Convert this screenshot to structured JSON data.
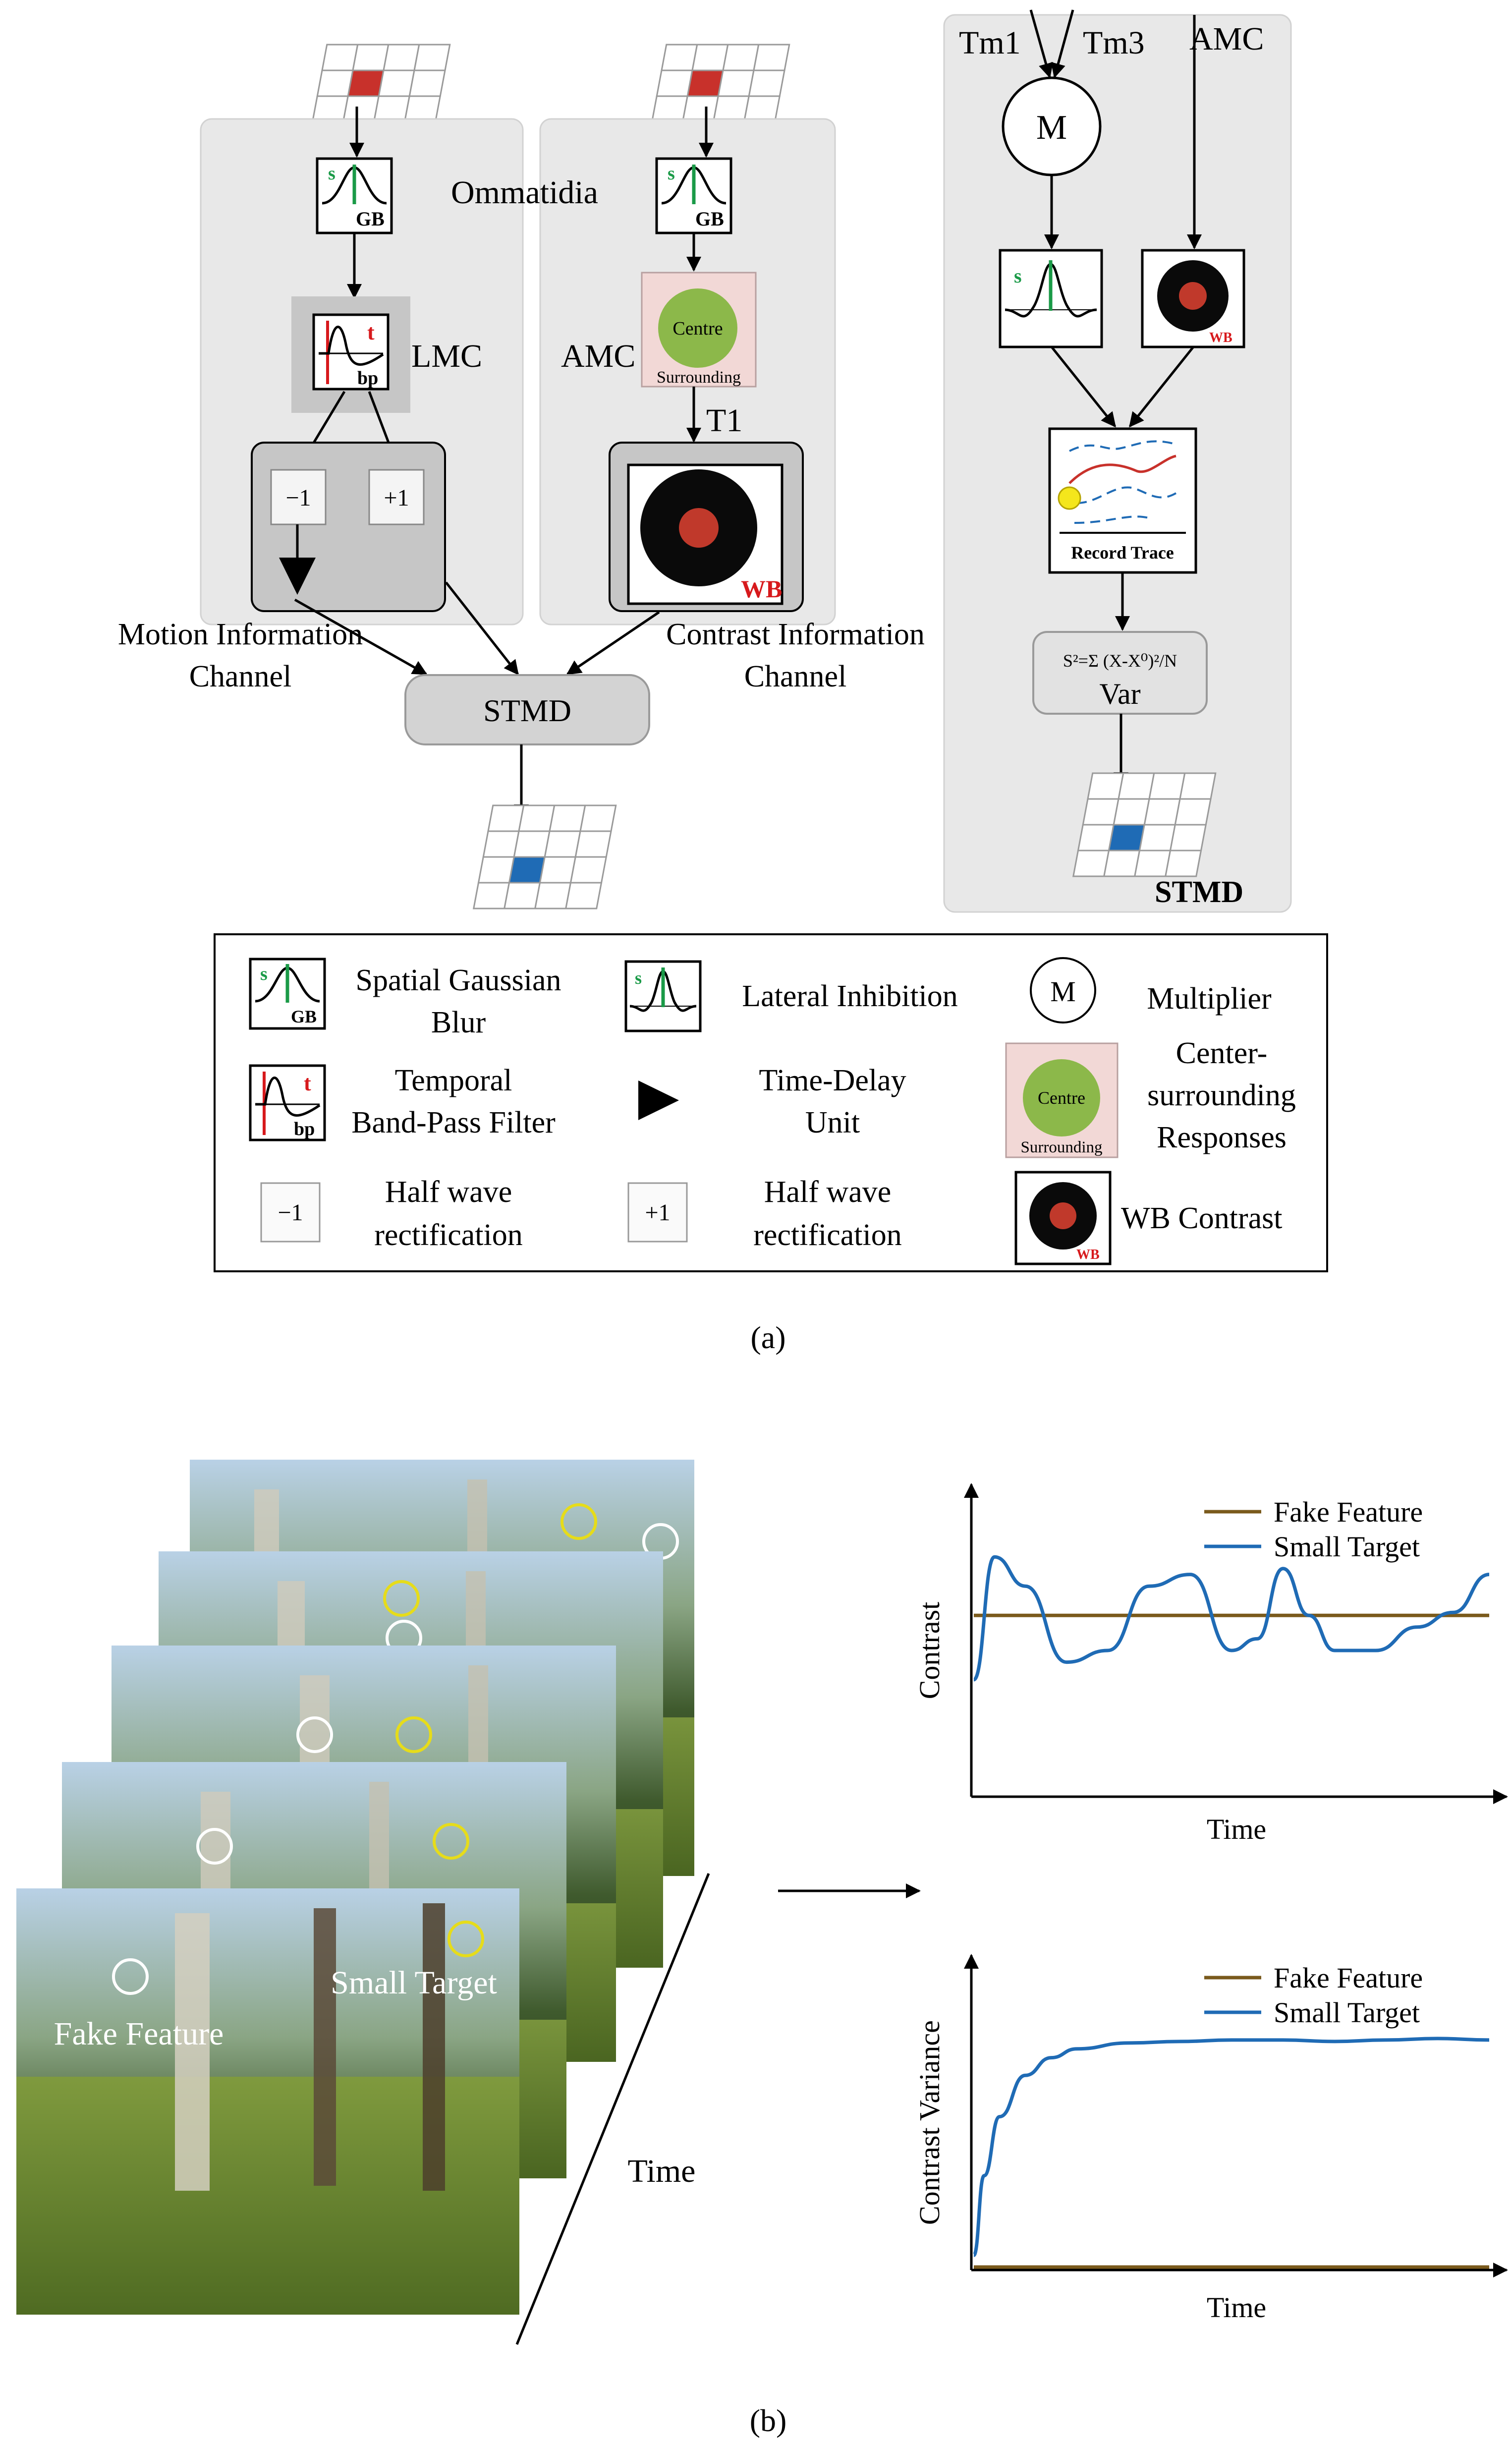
{
  "colors": {
    "panel": "#e8e8e8",
    "target_cell_red": "#c8312b",
    "target_cell_blue": "#1f6bb5",
    "gauss_green": "#1a9a47",
    "temporal_red": "#d7191c",
    "amc_fill": "#f2d8d6",
    "centre_green": "#8cb84a",
    "wb_red": "#c0392b",
    "fake_feature_line": "#7a5a1c",
    "small_target_line": "#1f6bb5",
    "small_target_circle": "#e6dc1a",
    "fake_feature_circle": "#ffffff"
  },
  "panel_a": {
    "caption": "(a)",
    "left": {
      "gb_label": "GB",
      "s_label": "s",
      "t_label": "t",
      "bp_label": "bp",
      "ommatidia_label": "Ommatidia",
      "lmc_label": "LMC",
      "minus_one": "−1",
      "plus_one": "+1",
      "motion_channel_label_1": "Motion Information",
      "motion_channel_label_2": "Channel",
      "amc_label": "AMC",
      "centre_label": "Centre",
      "surrounding_label": "Surrounding",
      "t1_label": "T1",
      "wb_label": "WB",
      "contrast_channel_label_1": "Contrast Information",
      "contrast_channel_label_2": "Channel",
      "stmd_label": "STMD"
    },
    "right": {
      "tm1_label": "Tm1",
      "tm3_label": "Tm3",
      "amc_label": "AMC",
      "multiplier_label": "M",
      "s_label": "s",
      "wb_label": "WB",
      "record_trace_label": "Record Trace",
      "var_formula": "S²=Σ (X-X⁰)²/N",
      "var_label": "Var",
      "stmd_label": "STMD"
    },
    "legend": {
      "gaussian_1": "Spatial Gaussian",
      "gaussian_2": "Blur",
      "gb_label": "GB",
      "s_label": "s",
      "lateral": "Lateral Inhibition",
      "m_label": "M",
      "multiplier": "Multiplier",
      "temporal_1": "Temporal",
      "temporal_2": "Band-Pass Filter",
      "t_label": "t",
      "bp_label": "bp",
      "delay_1": "Time-Delay",
      "delay_2": "Unit",
      "centre_1": "Center-",
      "centre_2": "surrounding",
      "centre_3": "Responses",
      "centre_label": "Centre",
      "surrounding_label": "Surrounding",
      "minus_one": "−1",
      "halfwave_a_1": "Half wave",
      "halfwave_a_2": "rectification",
      "plus_one": "+1",
      "halfwave_b_1": "Half wave",
      "halfwave_b_2": "rectification",
      "wb_contrast": "WB Contrast",
      "wb_label": "WB"
    }
  },
  "panel_b": {
    "caption": "(b)",
    "small_target_label": "Small Target",
    "fake_feature_label": "Fake Feature",
    "time_label": "Time"
  },
  "chart_data": [
    {
      "type": "line",
      "title": "",
      "xlabel": "Time",
      "ylabel": "Contrast",
      "legend_position": "top-right",
      "x": [
        0,
        0.04,
        0.1,
        0.18,
        0.26,
        0.34,
        0.42,
        0.5,
        0.55,
        0.6,
        0.65,
        0.7,
        0.78,
        0.86,
        0.93,
        1.0
      ],
      "series": [
        {
          "name": "Fake Feature",
          "values": [
            0.62,
            0.62,
            0.62,
            0.62,
            0.62,
            0.62,
            0.62,
            0.62,
            0.62,
            0.62,
            0.62,
            0.62,
            0.62,
            0.62,
            0.62,
            0.62
          ]
        },
        {
          "name": "Small Target",
          "values": [
            0.4,
            0.82,
            0.72,
            0.46,
            0.5,
            0.72,
            0.76,
            0.5,
            0.54,
            0.78,
            0.62,
            0.5,
            0.5,
            0.58,
            0.63,
            0.76
          ]
        }
      ],
      "xlim": [
        0,
        1
      ],
      "ylim": [
        0,
        1
      ],
      "grid": false
    },
    {
      "type": "line",
      "title": "",
      "xlabel": "Time",
      "ylabel": "Contrast Variance",
      "legend_position": "top-right",
      "x": [
        0,
        0.02,
        0.05,
        0.1,
        0.15,
        0.2,
        0.3,
        0.4,
        0.5,
        0.6,
        0.7,
        0.8,
        0.9,
        1.0
      ],
      "series": [
        {
          "name": "Fake Feature",
          "values": [
            0.01,
            0.01,
            0.01,
            0.01,
            0.01,
            0.01,
            0.01,
            0.01,
            0.01,
            0.01,
            0.01,
            0.01,
            0.01,
            0.01
          ]
        },
        {
          "name": "Small Target",
          "values": [
            0.05,
            0.32,
            0.52,
            0.66,
            0.72,
            0.75,
            0.77,
            0.775,
            0.78,
            0.78,
            0.775,
            0.78,
            0.785,
            0.78
          ]
        }
      ],
      "xlim": [
        0,
        1
      ],
      "ylim": [
        0,
        1
      ],
      "grid": false
    }
  ]
}
